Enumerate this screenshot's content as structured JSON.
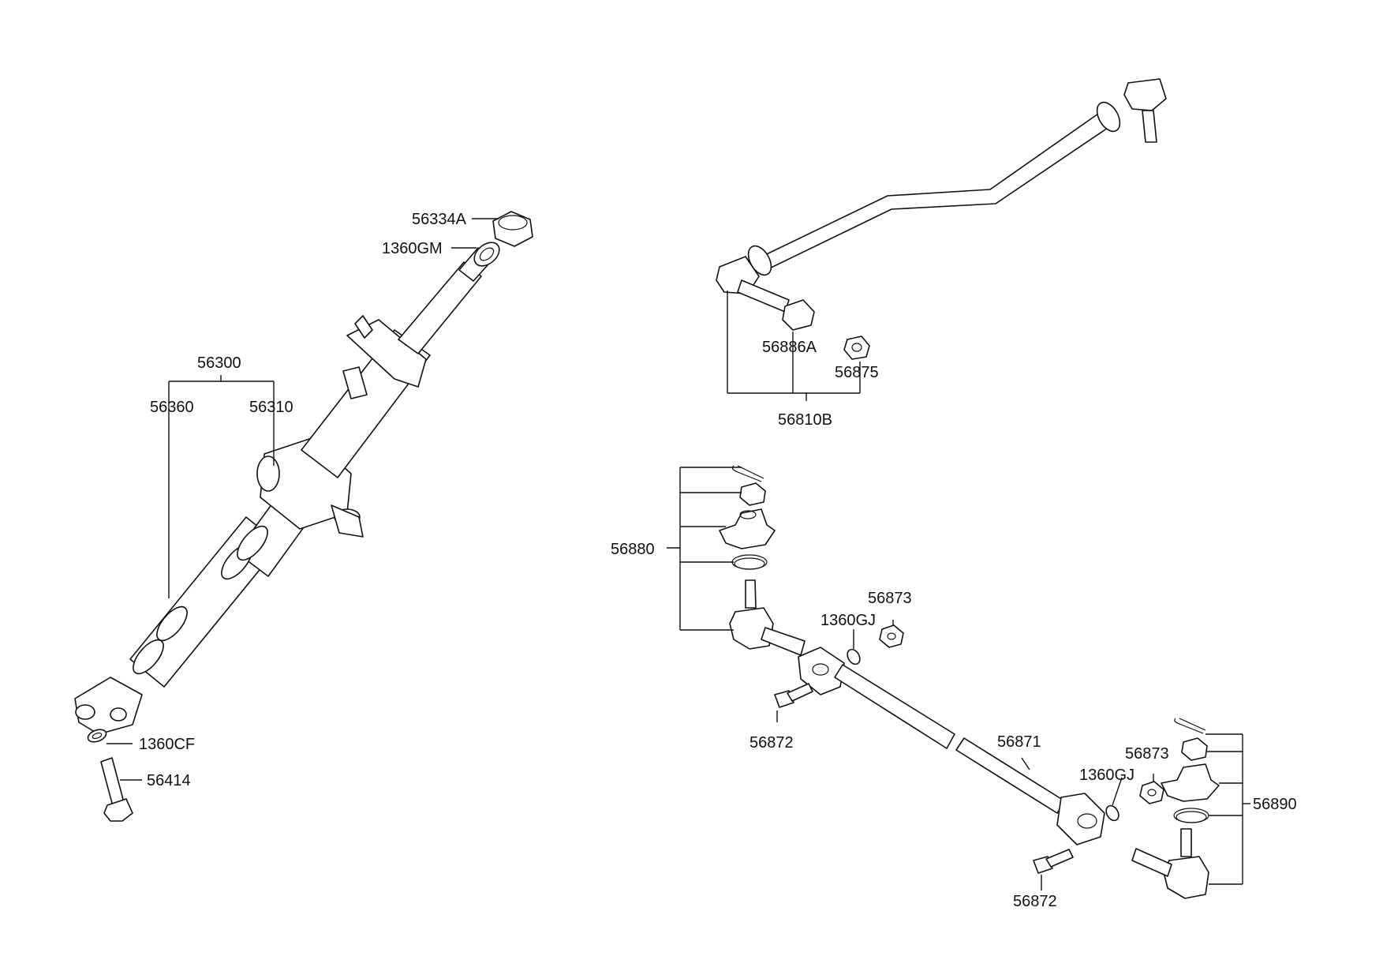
{
  "diagram": {
    "labels": {
      "p56334A": "56334A",
      "p1360GM": "1360GM",
      "p56300": "56300",
      "p56360": "56360",
      "p56310": "56310",
      "p1360CF": "1360CF",
      "p56414": "56414",
      "p56886A": "56886A",
      "p56875": "56875",
      "p56810B": "56810B",
      "p56880": "56880",
      "p56873_a": "56873",
      "p1360GJ_a": "1360GJ",
      "p56872_a": "56872",
      "p56871": "56871",
      "p56873_b": "56873",
      "p1360GJ_b": "1360GJ",
      "p56890": "56890",
      "p56872_b": "56872"
    }
  }
}
